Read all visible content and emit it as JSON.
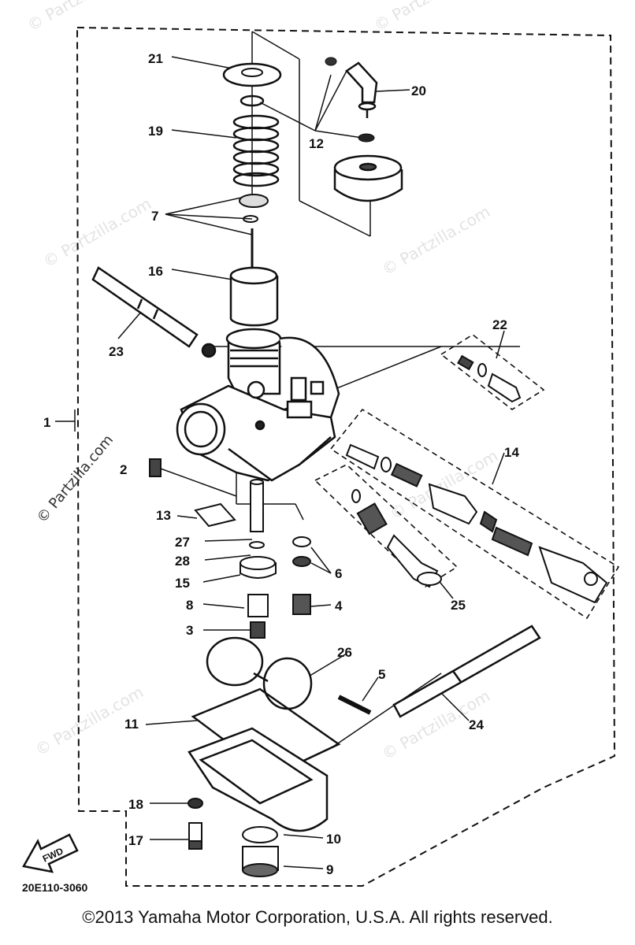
{
  "watermark": "© Partzilla.com",
  "diagram_code": "20E110-3060",
  "fwd_label": "FWD",
  "copyright": "©2013 Yamaha Motor Corporation, U.S.A. All rights reserved.",
  "callouts": {
    "p1": "1",
    "p2": "2",
    "p3": "3",
    "p4": "4",
    "p5": "5",
    "p6": "6",
    "p7": "7",
    "p8": "8",
    "p9": "9",
    "p10": "10",
    "p11": "11",
    "p12": "12",
    "p13": "13",
    "p14": "14",
    "p15": "15",
    "p16": "16",
    "p17": "17",
    "p18": "18",
    "p19": "19",
    "p20": "20",
    "p21": "21",
    "p22": "22",
    "p23": "23",
    "p24": "24",
    "p25": "25",
    "p26": "26",
    "p27": "27",
    "p28": "28"
  }
}
